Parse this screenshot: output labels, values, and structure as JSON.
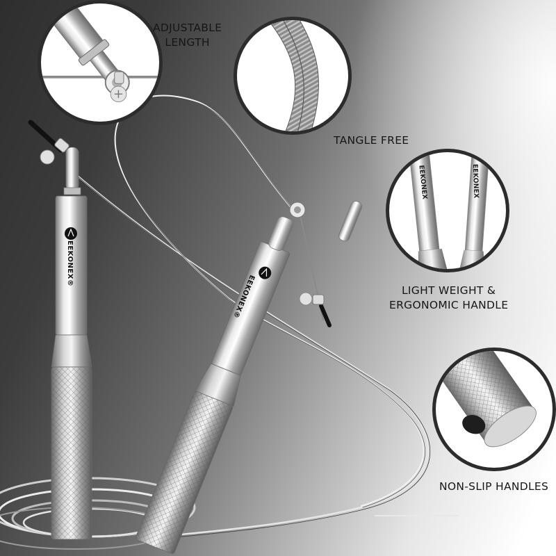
{
  "brand": {
    "name": "EEKONEX",
    "handle_logo_text": "EEKONEX®"
  },
  "features": [
    {
      "id": "adjustable-length",
      "lines": [
        "ADJUSTABLE",
        "LENGTH"
      ],
      "callout_icon": "adjustable-swivel-icon"
    },
    {
      "id": "tangle-free",
      "lines": [
        "TANGLE FREE"
      ],
      "callout_icon": "steel-cable-icon"
    },
    {
      "id": "light-weight",
      "lines": [
        "LIGHT WEIGHT &",
        "ERGONOMIC HANDLE"
      ],
      "callout_icon": "handle-closeup-icon"
    },
    {
      "id": "non-slip",
      "lines": [
        "NON-SLIP HANDLES"
      ],
      "callout_icon": "knurled-grip-icon"
    }
  ],
  "colors": {
    "callout_border": "#2c2c2c",
    "label_text": "#161616",
    "background_dark": "#2e2e2e",
    "background_light": "#ffffff",
    "metal": "#c8c8c8"
  }
}
